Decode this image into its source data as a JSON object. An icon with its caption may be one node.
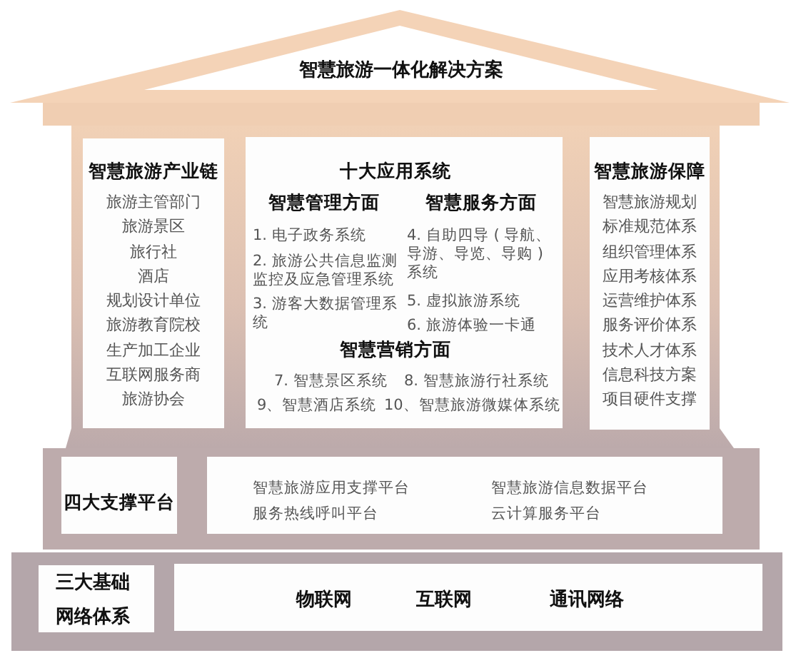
{
  "diagram": {
    "title": "智慧旅游一体化解决方案",
    "nodes": [
      {
        "text": [
          "智慧旅游产业链",
          "旅游主管部门",
          "旅游景区",
          "旅行社",
          "酒店",
          "规划设计单位",
          "旅游教育院校",
          "生产加工企业",
          "互联网服务商",
          "旅游协会"
        ]
      },
      {
        "text": [
          "十大应用系统",
          "智慧管理方面",
          "1. 电子政务系统",
          "2. 旅游公共信息监测监控及应急管理系统",
          "3. 游客大数据管理系统",
          "智慧服务方面",
          "4. 自助四导 ( 导航、导游、导览、导购 ) 系统",
          "5. 虚拟旅游系统",
          "6. 旅游体验一卡通",
          "智慧营销方面",
          "7. 智慧景区系统",
          "8. 智慧旅游行社系统",
          "9、智慧酒店系统",
          "10、智慧旅游微媒体系统"
        ]
      },
      {
        "text": [
          "智慧旅游保障",
          "智慧旅游规划",
          "标准规范体系",
          "组织管理体系",
          "应用考核体系",
          "运营维护体系",
          "服务评价体系",
          "技术人才体系",
          "信息科技方案",
          "项目硬件支撑"
        ]
      },
      {
        "text": [
          "四大支撑平台"
        ]
      },
      {
        "text": [
          "智慧旅游应用支撑平台",
          "智慧旅游信息数据平台",
          "服务热线呼叫平台",
          "云计算服务平台"
        ]
      },
      {
        "text": [
          "三大基础网络体系"
        ]
      },
      {
        "text": [
          "物联网",
          "互联网",
          "通讯网络"
        ]
      }
    ]
  }
}
